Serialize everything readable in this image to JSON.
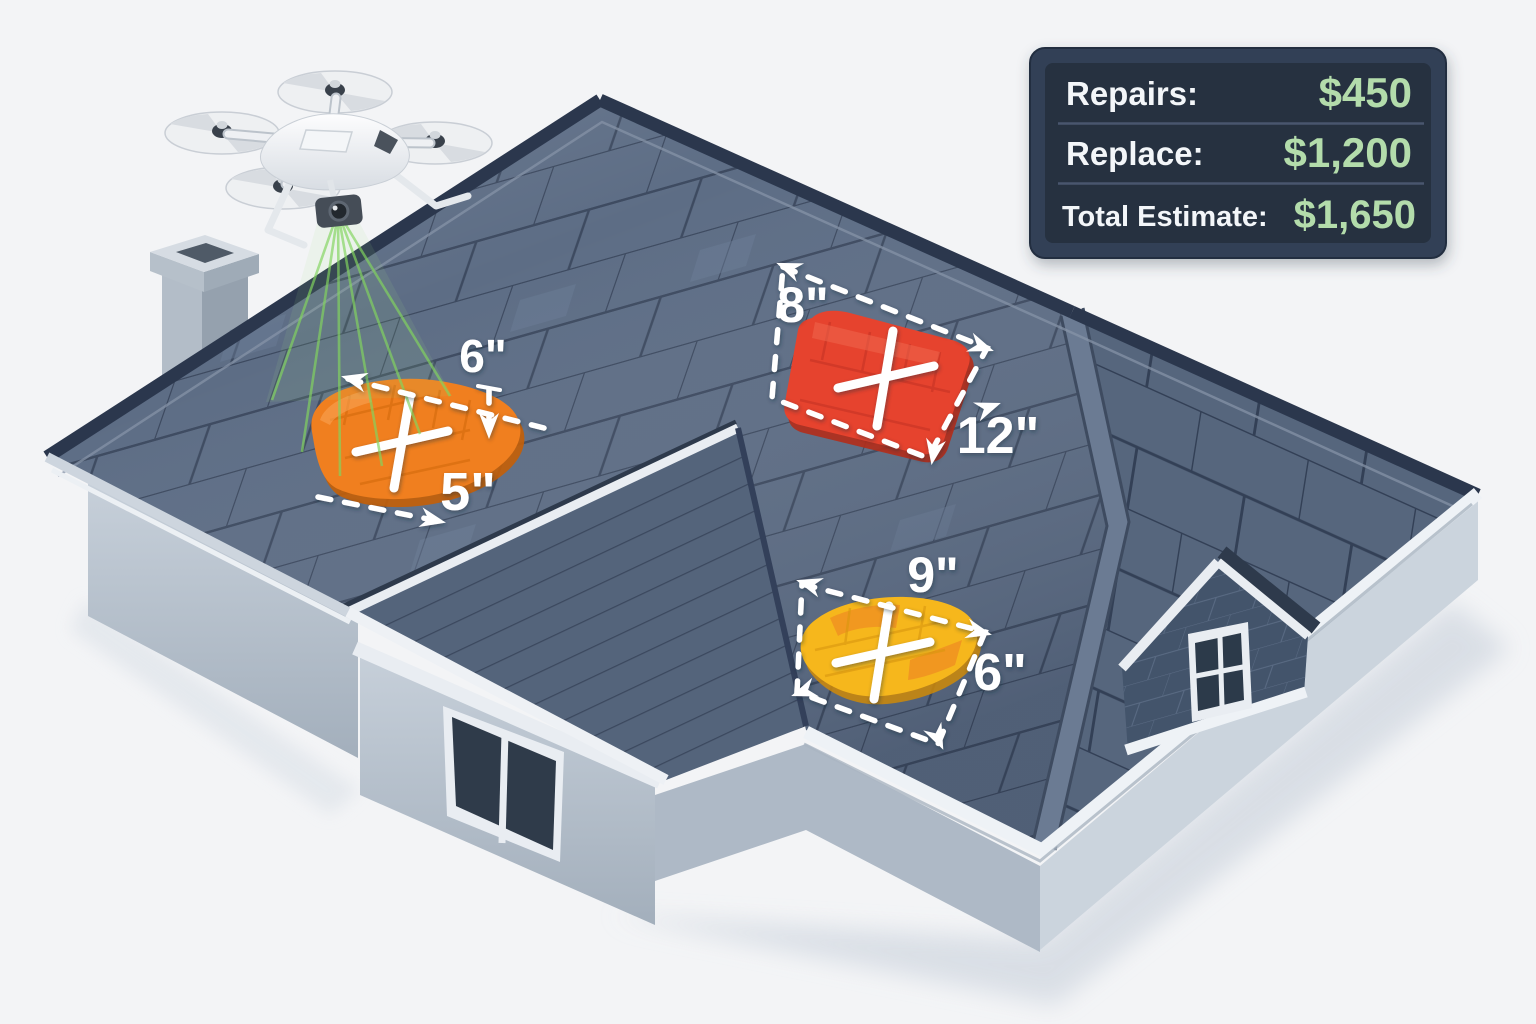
{
  "scene": {
    "description": "Drone roof inspection illustration with three marked damage areas and cost estimate panel"
  },
  "dimensions": {
    "orange_height": "6\"",
    "orange_width": "5\"",
    "red_height": "8\"",
    "red_width": "12\"",
    "yellow_width": "9\"",
    "yellow_height": "6\""
  },
  "estimate_panel": {
    "rows": [
      {
        "label": "Repairs:",
        "value": "$450"
      },
      {
        "label": "Replace:",
        "value": "$1,200"
      },
      {
        "label": "Total Estimate:",
        "value": "$1,650"
      }
    ]
  },
  "colors": {
    "panel_bg": "#334056",
    "panel_inner": "#263140",
    "panel_value_green": "#b3dcab",
    "roof_slate": "#5d6d85",
    "damage_orange": "#f07f1f",
    "damage_red": "#e6432e",
    "damage_yellow": "#f6b71c",
    "scan_beam_green": "#82d45e"
  }
}
